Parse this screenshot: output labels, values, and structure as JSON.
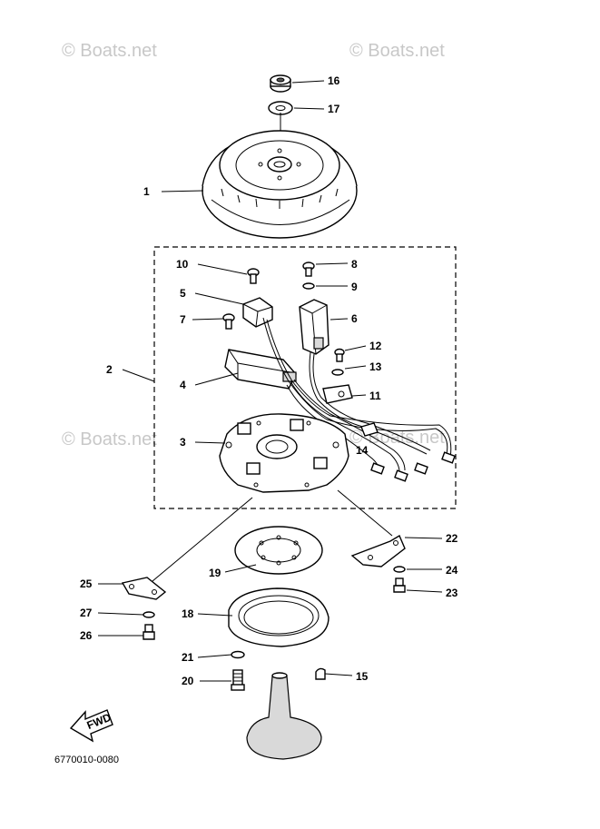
{
  "watermarks": [
    "© Boats.net",
    "© Boats.net",
    "© Boats.net",
    "© Boats.net"
  ],
  "labels": {
    "p1": "1",
    "p2": "2",
    "p3": "3",
    "p4": "4",
    "p5": "5",
    "p6": "6",
    "p7": "7",
    "p8": "8",
    "p9": "9",
    "p10": "10",
    "p11": "11",
    "p12": "12",
    "p13": "13",
    "p14": "14",
    "p15": "15",
    "p16": "16",
    "p17": "17",
    "p18": "18",
    "p19": "19",
    "p20": "20",
    "p21": "21",
    "p22": "22",
    "p23": "23",
    "p24": "24",
    "p25": "25",
    "p26": "26",
    "p27": "27"
  },
  "fwd_label": "FWD",
  "diagram_code": "6770010-0080"
}
